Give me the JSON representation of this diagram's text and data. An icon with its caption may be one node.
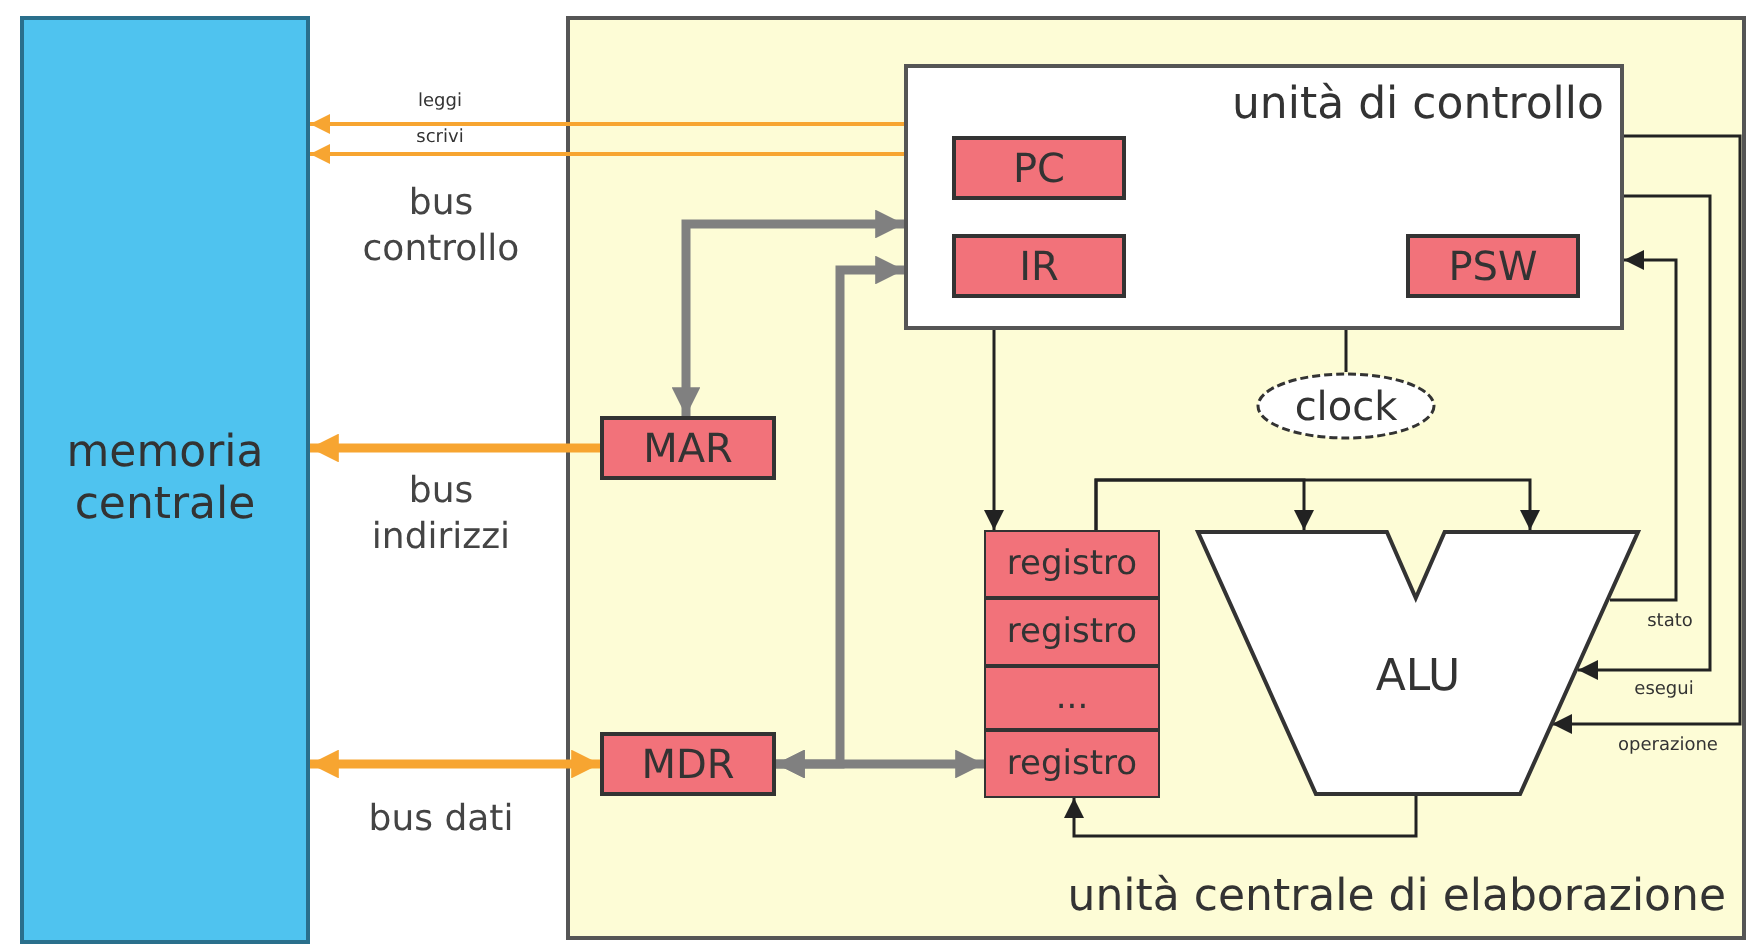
{
  "diagram": {
    "nodes": [
      {
        "text": [
          "memoria centrale"
        ]
      },
      {
        "text": [
          "unità centrale di elaborazione"
        ]
      },
      {
        "text": [
          "unità di controllo"
        ],
        "in": 1
      },
      {
        "text": [
          "PC"
        ],
        "in": 2
      },
      {
        "text": [
          "IR"
        ],
        "in": 2
      },
      {
        "text": [
          "PSW"
        ],
        "in": 2
      },
      {
        "text": [
          "clock"
        ],
        "in": 1
      },
      {
        "text": [
          "MAR"
        ],
        "in": 1
      },
      {
        "text": [
          "MDR"
        ],
        "in": 1
      },
      {
        "text": [
          "registro"
        ],
        "in": 1
      },
      {
        "text": [
          "registro"
        ],
        "in": 1
      },
      {
        "text": [
          "..."
        ],
        "in": 1
      },
      {
        "text": [
          "registro"
        ],
        "in": 1
      },
      {
        "text": [
          "ALU"
        ],
        "in": 1
      }
    ],
    "edges": [
      {
        "from": 2,
        "to": 0,
        "arrow": "to",
        "label": "leggi",
        "color": "#f7a531"
      },
      {
        "from": 2,
        "to": 0,
        "arrow": "to",
        "label": "scrivi",
        "color": "#f7a531"
      },
      {
        "from": 7,
        "to": 0,
        "arrow": "to",
        "style": "thick",
        "color": "#f7a531"
      },
      {
        "from": 8,
        "to": 0,
        "arrow": "both",
        "style": "thick",
        "color": "#f7a531"
      },
      {
        "from": 2,
        "to": 7,
        "arrow": "both",
        "style": "thick",
        "color": "#808080"
      },
      {
        "from": 8,
        "to": 2,
        "arrow": "both",
        "style": "thick",
        "color": "#808080"
      },
      {
        "from": 8,
        "to": 12,
        "arrow": "both",
        "style": "thick",
        "color": "#808080"
      },
      {
        "from": 2,
        "to": 9,
        "arrow": "to"
      },
      {
        "from": 9,
        "to": 13,
        "arrow": "to"
      },
      {
        "from": 9,
        "to": 13,
        "arrow": "to"
      },
      {
        "from": 13,
        "to": 12,
        "arrow": "to"
      },
      {
        "from": 2,
        "to": 6,
        "arrow": "none"
      },
      {
        "from": 13,
        "to": 2,
        "arrow": "to",
        "label": "stato"
      },
      {
        "from": 2,
        "to": 13,
        "arrow": "to",
        "label": "esegui"
      },
      {
        "from": 2,
        "to": 13,
        "arrow": "to",
        "label": "operazione"
      }
    ],
    "labels": [
      "bus controllo",
      "bus indirizzi",
      "bus dati"
    ]
  }
}
